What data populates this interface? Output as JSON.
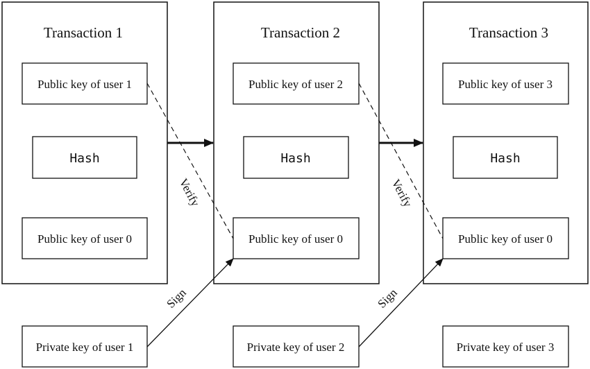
{
  "transactions": [
    {
      "title": "Transaction 1",
      "public_key_new_owner": "Public key of user 1",
      "hash": "Hash",
      "public_key_owner": "Public key of user 0",
      "private_key": "Private key of user 1"
    },
    {
      "title": "Transaction 2",
      "public_key_new_owner": "Public key of user 2",
      "hash": "Hash",
      "public_key_owner": "Public key of user 0",
      "private_key": "Private key of user 2"
    },
    {
      "title": "Transaction 3",
      "public_key_new_owner": "Public key of user 3",
      "hash": "Hash",
      "public_key_owner": "Public key of user 0",
      "private_key": "Private key of user 3"
    }
  ],
  "edge_labels": {
    "verify_1": "Verify",
    "sign_1": "Sign",
    "verify_2": "Verify",
    "sign_2": "Sign"
  },
  "colors": {
    "stroke": "#111111",
    "background": "#ffffff"
  }
}
